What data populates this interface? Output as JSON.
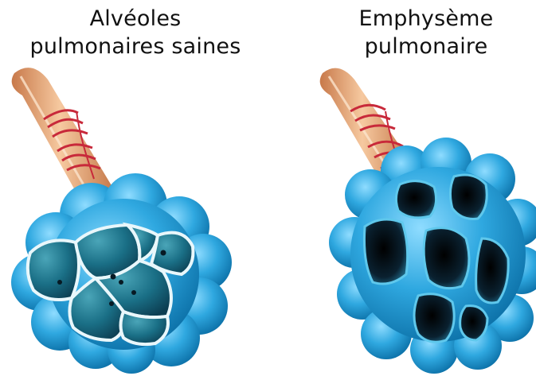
{
  "panels": {
    "healthy": {
      "title_line1": "Alvéoles",
      "title_line2": "pulmonaires saines"
    },
    "emphysema": {
      "title_line1": "Emphysème",
      "title_line2": "pulmonaire"
    }
  },
  "colors": {
    "background": "#ffffff",
    "bronchiole": "#e8a87a",
    "capillary": "#c8293a",
    "alveoli_outer": "#2fa8e0",
    "alveoli_inner": "#136a82",
    "emphysema_holes": "#0a2130"
  }
}
